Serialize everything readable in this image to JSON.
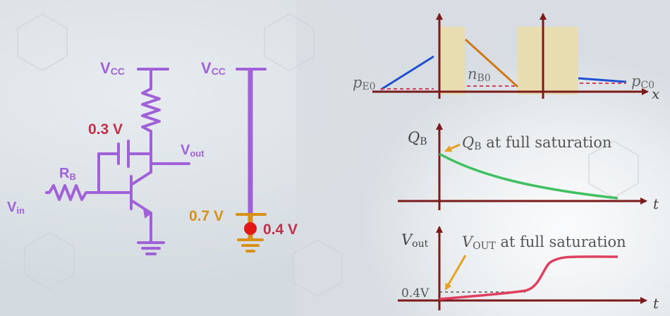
{
  "colors": {
    "circuit": "#a060d8",
    "label_red": "#c0304a",
    "label_orange": "#d89018",
    "axis": "#7a1a1a",
    "blue": "#2050d0",
    "green": "#40c060",
    "pink": "#e04060",
    "dash": "#d04060",
    "depletion": "#e8ddb0"
  },
  "circuit": {
    "vcc_label": "V",
    "vcc_sub": "CC",
    "vout_label": "V",
    "vout_sub": "out",
    "rb_label": "R",
    "rb_sub": "B",
    "vin_label": "V",
    "vin_sub": "in",
    "diode_voltage": "0.3 V"
  },
  "level_diagram": {
    "vcc_label": "V",
    "vcc_sub": "CC",
    "v_high": "0.7 V",
    "v_low": "0.4 V"
  },
  "carrier_plot": {
    "pe0_label": "p",
    "pe0_sub": "E0",
    "nb0_label": "n",
    "nb0_sub": "B0",
    "pc0_label": "p",
    "pc0_sub": "C0",
    "x_label": "x"
  },
  "qb_plot": {
    "y_label": "Q",
    "y_sub": "B",
    "annotation_main": "Q",
    "annotation_sub": "B",
    "annotation_rest": " at full saturation",
    "x_label": "t"
  },
  "vout_plot": {
    "y_label": "V",
    "y_sub": "out",
    "annotation_main": "V",
    "annotation_sub": "OUT",
    "annotation_rest": " at full saturation",
    "level_label": "0.4V",
    "x_label": "t"
  }
}
